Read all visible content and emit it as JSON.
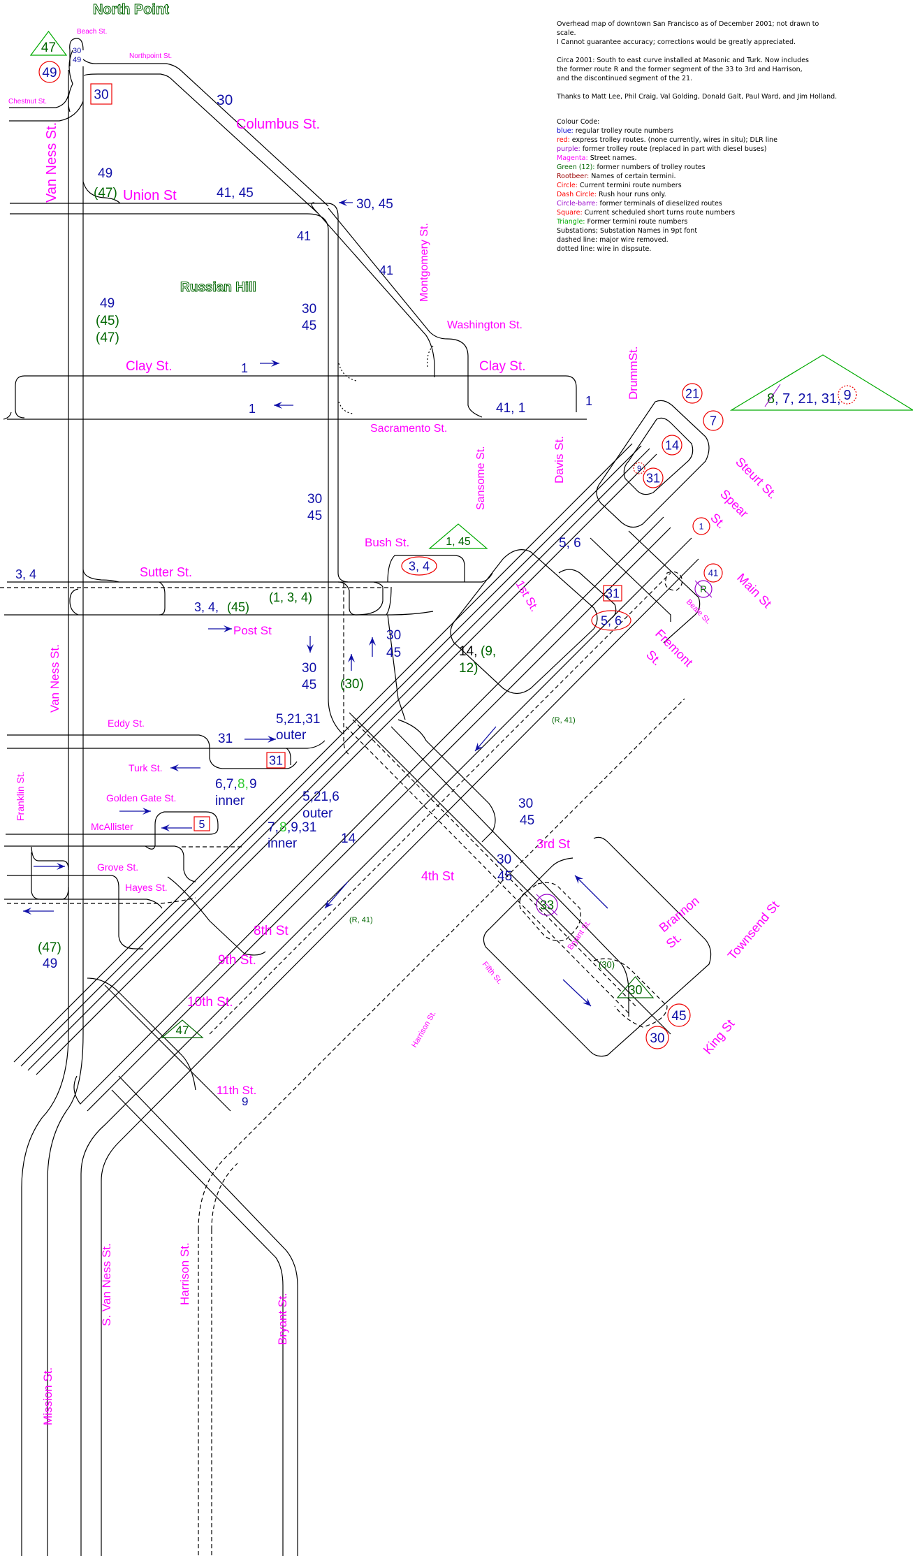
{
  "notes": {
    "line1": "Overhead map of downtown San Francisco as of December 2001; not drawn to",
    "line2": "scale.",
    "line3": "I Cannot guarantee accuracy; corrections would be greatly appreciated.",
    "circa1": "Circa 2001: South to east curve installed at Masonic and Turk. Now includes",
    "circa2": "the former route R and the former segment of the 33 to 3rd and Harrison,",
    "circa3": "and the discontinued segment of the 21.",
    "thanks": "Thanks to Matt Lee, Phil Craig, Val Golding, Donald Galt, Paul Ward, and Jim Holland."
  },
  "legend": {
    "title": "Colour Code:",
    "items": [
      {
        "key": "blue:",
        "text": " regular trolley route numbers",
        "color": "#0000cc"
      },
      {
        "key": "red:",
        "text": " express trolley routes. (none currently, wires in situ); DLR line",
        "color": "#ff0000"
      },
      {
        "key": "purple:",
        "text": " former trolley route (replaced in part with diesel buses)",
        "color": "#9900cc"
      },
      {
        "key": "Magenta:",
        "text": " Street names.",
        "color": "#ff00ff"
      },
      {
        "key": "Green (12):",
        "text": " former numbers of trolley routes",
        "color": "#006600"
      },
      {
        "key": "Rootbeer:",
        "text": " Names of certain termini.",
        "color": "#990000"
      },
      {
        "key": "Circle:",
        "text": " Current termini route numbers",
        "color": "#ff0000"
      },
      {
        "key": "Dash Circle:",
        "text": " Rush hour runs only.",
        "color": "#ff0000"
      },
      {
        "key": "Circle-barre:",
        "text": " former terminals of dieselized routes",
        "color": "#9900cc"
      },
      {
        "key": "Square:",
        "text": " Current scheduled short turns route numbers",
        "color": "#ff0000"
      },
      {
        "key": "Triangle:",
        "text": " Former termini route numbers",
        "color": "#00aa00"
      },
      {
        "key": "",
        "text": "Substations; Substation Names in 9pt font",
        "color": "#000000"
      },
      {
        "key": "",
        "text": "dashed line: major wire removed.",
        "color": "#000000"
      },
      {
        "key": "",
        "text": "dotted line: wire in dispsute.",
        "color": "#000000"
      }
    ]
  },
  "streets": {
    "north_point": "North Point",
    "russian_hill": "Russian Hill",
    "beach": "Beach St.",
    "northpoint": "Northpoint St.",
    "chestnut": "Chestnut St.",
    "columbus": "Columbus St.",
    "van_ness_1": "Van Ness St.",
    "union": "Union St",
    "montgomery": "Montgomery St.",
    "washington": "Washington St.",
    "clay_1": "Clay St.",
    "clay_2": "Clay St.",
    "drumm": "DrummSt.",
    "sacramento": "Sacramento St.",
    "sansome": "Sansome St.",
    "davis": "Davis St.",
    "steurt": "Steurt St.",
    "spear": "Spear",
    "spear_st": "St.",
    "main": "Main St",
    "beale": "Beale St.",
    "bush": "Bush St.",
    "first": "1st St.",
    "fremont": "Fremont",
    "fremont_st": "St.",
    "sutter": "Sutter St.",
    "post": "Post St",
    "van_ness_2": "Van Ness St.",
    "eddy": "Eddy St.",
    "turk": "Turk St.",
    "golden_gate": "Golden Gate St.",
    "mcallister": "McAllister",
    "franklin": "Franklin St.",
    "grove": "Grove St.",
    "hayes": "Hayes St.",
    "eighth": "8th St",
    "ninth": "9th St.",
    "tenth": "10th St.",
    "eleventh": "11th St.",
    "fourth": "4th St",
    "third": "3rd St",
    "brannon": "Brannon",
    "brannon_st": "St.",
    "townsend": "Townsend St",
    "king": "King St",
    "bryant_small": "Bryant St.",
    "fifth": "Fifth St.",
    "harrison_small": "Harrison St.",
    "mission": "Mission St.",
    "s_van_ness": "S. Van Ness St.",
    "harrison": "Harrison St.",
    "bryant": "Bryant St."
  },
  "routes": {
    "r_30_49_a": "30",
    "r_30_49_b": "49",
    "r_30_col": "30",
    "r_49_union": "49",
    "r_47_union": "(47)",
    "r_41_45_union": "41, 45",
    "r_30_45_arrow": "30, 45",
    "r_41_a": "41",
    "r_41_b": "41",
    "r_49_rh": "49",
    "r_45_rh": "(45)",
    "r_47_rh": "(47)",
    "r_30_rh": "30",
    "r_45_rh2": "45",
    "r_1_clay": "1",
    "r_1_sac": "1",
    "r_41_1": "41, 1",
    "r_1_drumm": "1",
    "r_30_bush": "30",
    "r_45_bush": "45",
    "r_56": "5, 6",
    "r_34_sutter": "3, 4",
    "r_3445": "3, 4,",
    "r_45_green": "(45)",
    "r_134": "(1, 3, 4)",
    "r_30_post": "30",
    "r_45_post": "45",
    "r_30_green": "(30)",
    "r_30_k": "30",
    "r_45_k": "45",
    "r_14": "14,",
    "r_9": "(9,",
    "r_12": "12)",
    "r_R41_a": "(R, 41)",
    "r_R41_b": "(R, 41)",
    "r_31_eddy": "31",
    "r_52131": "5,21,31",
    "r_outer_a": "outer",
    "r_679_a": "6,7,",
    "r_679_8": "8,",
    "r_679_b": "9",
    "r_inner_a": "inner",
    "r_5216": "5,21,6",
    "r_outer_b": "outer",
    "r_78931_a": "7,",
    "r_78931_8": "8",
    "r_78931_b": ",9,31",
    "r_inner_b": "inner",
    "r_14_b": "14",
    "r_47_bottom": "(47)",
    "r_49_bottom": "49",
    "r_30_3rd": "30",
    "r_45_3rd": "45",
    "r_30_4th": "30",
    "r_45_4th": "45",
    "r_30_green_b": "(30)",
    "r_9_11th": "9",
    "tri_text_8": "8",
    "tri_text_rest": ", 7, 21, 31,"
  },
  "markers": {
    "tri_47_top": "47",
    "circ_49_top": "49",
    "sq_30_top": "30",
    "circ_21": "21",
    "circ_7": "7",
    "circ_14": "14",
    "dash_9_small": "9",
    "circ_31": "31",
    "circ_1": "1",
    "circ_41": "41",
    "barre_R": "R",
    "tri_1_45": "1, 45",
    "ell_34": "3, 4",
    "sq_31_first": "31",
    "ell_56": "5, 6",
    "sq_31_eddy": "31",
    "sq_5": "5",
    "barre_33": "33",
    "tri_30": "30",
    "circ_45": "45",
    "circ_30": "30",
    "tri_47_10th": "47",
    "dash_9_tri": "9"
  }
}
